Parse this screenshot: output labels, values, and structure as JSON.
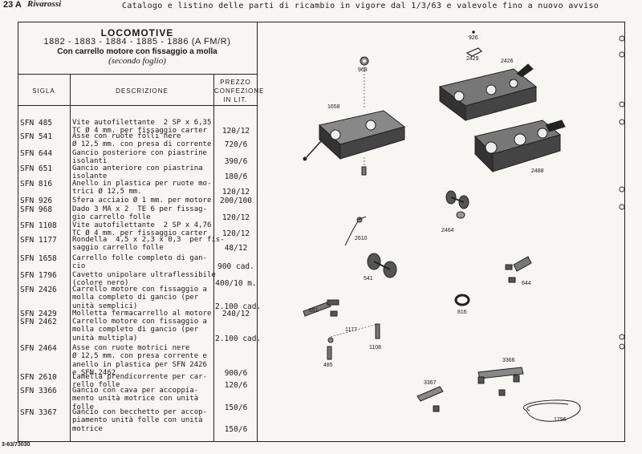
{
  "header": {
    "page_number": "23 A",
    "brand": "Rivarossi",
    "catalog_line": "Catalogo e listino delle parti di ricambio in vigore dal  1/3/63  e valevole fino a nuovo avviso"
  },
  "title": {
    "line1": "LOCOMOTIVE",
    "line2": "1882 - 1883 - 1884 - 1885 - 1886 (A FM/R)",
    "line3": "Con carrello motore con fissaggio a molla",
    "line4": "(secondo foglio)"
  },
  "columns": {
    "sigla": "SIGLA",
    "descrizione": "DESCRIZIONE",
    "prezzo_1": "PREZZO",
    "prezzo_2": "CONFEZIONE",
    "prezzo_3": "IN LIT."
  },
  "rows": [
    {
      "code": "SFN  485",
      "desc": "Vite autofilettante  2 SP x 6,35\nTC Ø 4 mm. per fissaggio carter",
      "price": "120/12"
    },
    {
      "code": "SFN  541",
      "desc": "Asse con ruote folli nere\nØ 12,5 mm. con presa di corrente",
      "price": "720/6"
    },
    {
      "code": "SFN  644",
      "desc": "Gancio posteriore con piastrine\nisolanti",
      "price": "390/6"
    },
    {
      "code": "SFN  651",
      "desc": "Gancio anteriore con piastrina\nisolante",
      "price": "180/6"
    },
    {
      "code": "SFN  816",
      "desc": "Anello in plastica per ruote mo-\ntrici Ø 12,5 mm.",
      "price": "120/12"
    },
    {
      "code": "SFN  926",
      "desc": "Sfera acciaio Ø 1 mm. per motore",
      "price": "200/100"
    },
    {
      "code": "SFN  968",
      "desc": "Dado 3 MA x 2  TE 6 per fissag-\ngio carrello folle",
      "price": "120/12"
    },
    {
      "code": "SFN 1108",
      "desc": "Vite autofilettante  2 SP x 4,76\nTC Ø 4 mm. per fissaggio carter",
      "price": "120/12"
    },
    {
      "code": "SFN 1177",
      "desc": "Rondella  4,5 x 2,3 x 0,3  per fis-\nsaggio carrello folle",
      "price": "48/12"
    },
    {
      "code": "SFN 1658",
      "desc": "Carrello folle completo di gan-\ncio",
      "price": "900 cad."
    },
    {
      "code": "SFN 1796",
      "desc": "Cavetto unipolare ultraflessibile\n(colore nero)",
      "price": "400/10 m."
    },
    {
      "code": "SFN 2426",
      "desc": "Carrello motore con fissaggio a\nmolla completo di gancio (per\nunità semplici)",
      "price": "2.100 cad."
    },
    {
      "code": "SFN 2429",
      "desc": "Molletta fermacarrello al motore",
      "price": "240/12"
    },
    {
      "code": "SFN 2462",
      "desc": "Carrello motore con fissaggio a\nmolla completo di gancio (per\nunità multipla)",
      "price": "2.100 cad."
    },
    {
      "code": "SFN 2464",
      "desc": "Asse con ruote motrici nere\nØ 12,5 mm. con presa corrente e\nanello in plastica per SFN 2426\ne SFN 2462",
      "price": "900/6"
    },
    {
      "code": "SFN 2610",
      "desc": "Lamella prendicorrente per car-\nrello folle",
      "price": "120/6"
    },
    {
      "code": "SFN 3366",
      "desc": "Gancio con cava per accoppia-\nmento unità motrice con unità\nfolle",
      "price": "150/6"
    },
    {
      "code": "SFN 3367",
      "desc": "Gancio con becchetto per accop-\npiamento unità folle con unità\nmotrice",
      "price": "150/6"
    }
  ],
  "part_labels": [
    "926",
    "2429",
    "2426",
    "968",
    "1658",
    "2488",
    "2610",
    "2464",
    "541",
    "644",
    "816",
    "651",
    "1177",
    "1108",
    "485",
    "3366",
    "3367",
    "1796"
  ],
  "footer": "3-63/73030"
}
